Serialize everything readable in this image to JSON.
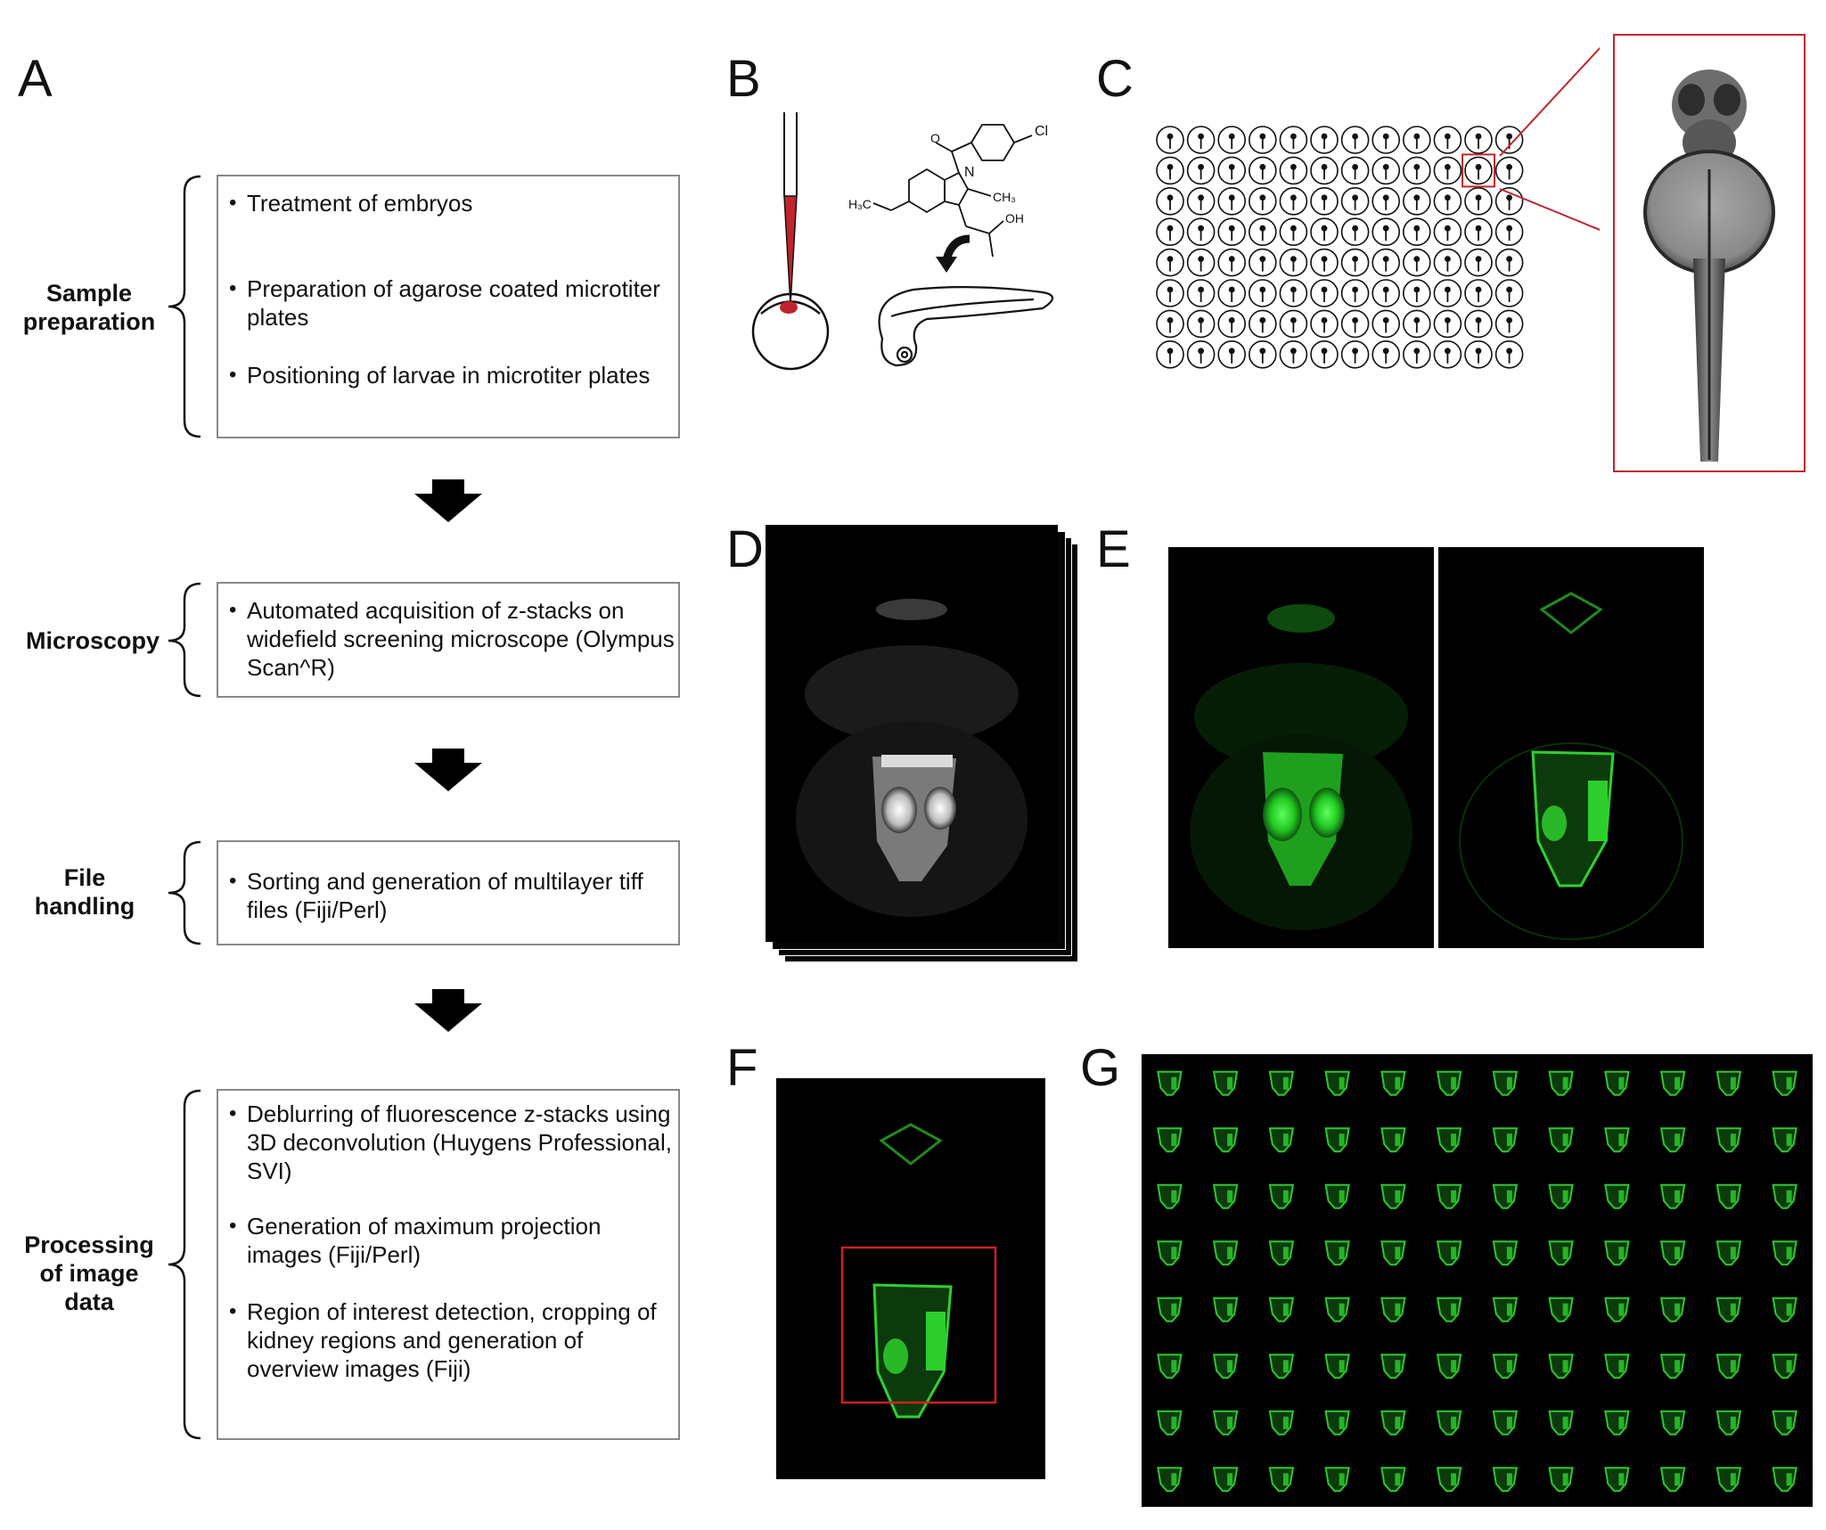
{
  "panels": {
    "a": "A",
    "b": "B",
    "c": "C",
    "d": "D",
    "e": "E",
    "f": "F",
    "g": "G"
  },
  "stages": [
    {
      "label_lines": [
        "Sample",
        "preparation"
      ],
      "bullets": [
        "Treatment of embryos",
        "Preparation of agarose coated microtiter plates",
        "Positioning of larvae in microtiter plates"
      ]
    },
    {
      "label_lines": [
        "Microscopy"
      ],
      "bullets": [
        "Automated acquisition of z-stacks on widefield screening microscope (Olympus Scan^R)"
      ]
    },
    {
      "label_lines": [
        "File",
        "handling"
      ],
      "bullets": [
        "Sorting and generation of multilayer tiff files (Fiji/Perl)"
      ]
    },
    {
      "label_lines": [
        "Processing",
        "of image",
        "data"
      ],
      "bullets": [
        "Deblurring of fluorescence z-stacks using 3D deconvolution (Huygens Professional, SVI)",
        "Generation of maximum projection images (Fiji/Perl)",
        "Region of interest detection, cropping of kidney regions and generation of overview images (Fiji)"
      ]
    }
  ],
  "chem": {
    "cl": "Cl",
    "n": "N",
    "ch3": "CH₃",
    "h3co": "H₃C",
    "o": "O",
    "oh": "OH"
  },
  "colors": {
    "accent_red": "#c0242c",
    "fluor_green": "#2ee02e",
    "box_border": "#888888"
  },
  "plate": {
    "rows": 8,
    "cols": 12
  },
  "overview": {
    "rows": 8,
    "cols": 12
  }
}
